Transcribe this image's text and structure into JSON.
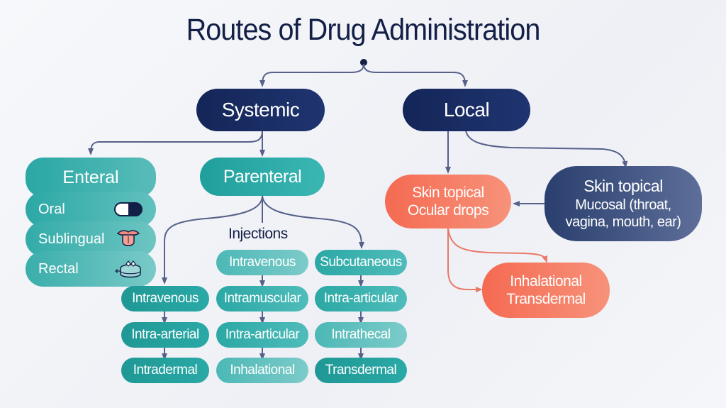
{
  "title": "Routes of Drug Administration",
  "colors": {
    "navy": "#142658",
    "teal": "#2aa7a4",
    "coral": "#f56a52",
    "slate": "#3a4d7e",
    "connector": "#5a6585",
    "coral_connector": "#e87a68"
  },
  "nodes": {
    "systemic": "Systemic",
    "local": "Local",
    "enteral": {
      "label": "Enteral",
      "items": [
        {
          "label": "Oral",
          "icon": "pill-capsule-icon"
        },
        {
          "label": "Sublingual",
          "icon": "tongue-icon"
        },
        {
          "label": "Rectal",
          "icon": "suppository-icon"
        }
      ]
    },
    "parenteral": "Parenteral",
    "injections_label": "Injections",
    "injections_top": [
      "Intravenous",
      "Subcutaneous"
    ],
    "columns": [
      [
        "Intravenous",
        "Intra-arterial",
        "Intradermal"
      ],
      [
        "Intramuscular",
        "Intra-articular",
        "Inhalational"
      ],
      [
        "Intra-articular",
        "Intrathecal",
        "Transdermal"
      ]
    ],
    "local_primary": [
      "Skin topical",
      "Ocular drops"
    ],
    "local_secondary": [
      "Skin topical",
      "Mucosal (throat,",
      "vagina, mouth, ear)"
    ],
    "local_tertiary": [
      "Inhalational",
      "Transdermal"
    ]
  }
}
